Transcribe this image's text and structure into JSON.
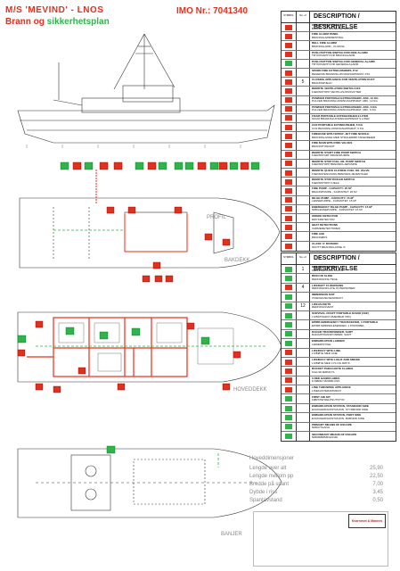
{
  "header": {
    "vessel": "M/S 'MEVIND' - LNOS",
    "plan_red": "Brann og ",
    "plan_green": "sikkerhetsplan",
    "imo": "IMO Nr.: 7041340"
  },
  "colors": {
    "red": "#e0301e",
    "green": "#2fb34a"
  },
  "legend_header": {
    "col_symbol": "SYMBOL",
    "col_no": "No. of",
    "description": "DESCRIPTION / BESKRIVELSE"
  },
  "legend1": [
    {
      "icon": "fire-plan-icon",
      "color": "#e0301e",
      "no": "",
      "en": "FIRE & SAFETY PLAN",
      "no_txt": "BRANN- OG SIKKERHETSPLAN"
    },
    {
      "icon": "fire-alarm-panel-icon",
      "color": "#e0301e",
      "no": "",
      "en": "FIRE ALARM PANEL",
      "no_txt": "BRANNALARMSENTRAL"
    },
    {
      "icon": "bell-icon",
      "color": "#e0301e",
      "no": "",
      "en": "BELL FIRE ALARM",
      "no_txt": "BRANNALARM - KLOKKE"
    },
    {
      "icon": "push-button-icon",
      "color": "#e0301e",
      "no": "",
      "en": "PUSH BUTTON SWITCH FOR FIRE ALARM",
      "no_txt": "TRYKKNAPP FOR BRANNALARM"
    },
    {
      "icon": "push-button-general-icon",
      "color": "#2fb34a",
      "no": "",
      "en": "PUSH BUTTON SWITCH FOR GENERAL ALARM",
      "no_txt": "TRYKKNAPP FOR GENERALALARM"
    },
    {
      "icon": "spare-extinguisher-icon",
      "color": "#e0301e",
      "no": "",
      "en": "SPARE FIRE EXTINGUISHERS, P12",
      "no_txt": "RESERVE BRANNSLUKNINGSAPPARAT, P12"
    },
    {
      "icon": "damper-icon",
      "color": "#e0301e",
      "no": "5",
      "en": "CLOSING APPLIANCE FOR VENTILATION DUCT",
      "no_txt": "BRANNSPJELD"
    },
    {
      "icon": "vent-stop-icon",
      "color": "#e0301e",
      "no": "",
      "en": "REMOTE VENTILATION SWITCH OFF",
      "no_txt": "FJERNSTOPP VENTILASJONSVIFTER"
    },
    {
      "icon": "powder-ext-icon",
      "color": "#e0301e",
      "no": "",
      "en": "POWDER PORTABLE EXTINGUISHER, ABC, 12 KG",
      "no_txt": "PULVER BRANNSLUKNINGSAPPARAT, ABC, 12 KG"
    },
    {
      "icon": "powder-ext-6-icon",
      "color": "#e0301e",
      "no": "",
      "en": "POWDER PORTABLE EXTINGUISHER, ABC, 6 KG",
      "no_txt": "PULVER BRANNSLUKNINGSAPPARAT, ABC, 6 KG"
    },
    {
      "icon": "foam-ext-icon",
      "color": "#e0301e",
      "no": "",
      "en": "FOAM PORTABLE EXTINGUISHER 9 LITER",
      "no_txt": "SKUM BRANNSLUKNINGSAPPARAT 9 LITER"
    },
    {
      "icon": "co2-ext-icon",
      "color": "#e0301e",
      "no": "",
      "en": "CO2 PORTABLE EXTINGUISHER, 5 KG",
      "no_txt": "CO2 BRANNSLUKNINGSAPPARAT, 5 KG"
    },
    {
      "icon": "firehose-icon",
      "color": "#e0301e",
      "no": "",
      "en": "FIREHOSE WITH SPRAY- JET FIRE NOZZLE",
      "no_txt": "BRANNSLANGE MED STRALERØR TAKEDREIER"
    },
    {
      "icon": "fire-main-icon",
      "color": "#e0301e",
      "no": "",
      "en": "FIRE MAIN WITH FIRE VALVES",
      "no_txt": "BRANNHYDRANT"
    },
    {
      "icon": "remote-pump-icon",
      "color": "#e0301e",
      "no": "",
      "en": "REMOTE START FIRE PUMP SWITCH",
      "no_txt": "FJERNSTART BRANNPUMPE"
    },
    {
      "icon": "remote-stop-pump-icon",
      "color": "#e0301e",
      "no": "",
      "en": "REMOTE STOP FUEL OIL PUMP SWITCH",
      "no_txt": "FJERNSTOPP BRENNOLJEPUMPE"
    },
    {
      "icon": "fuel-valve-icon",
      "color": "#e0301e",
      "no": "",
      "en": "REMOTE QUICK CLOSING FUEL OIL VALVE",
      "no_txt": "FJERNSTENGNING BRENNOLJEVENTILER"
    },
    {
      "icon": "boiler-stop-icon",
      "color": "#e0301e",
      "no": "",
      "en": "REMOTE STOP BOILER SWITCH",
      "no_txt": "FJERNSTOPP KJELE"
    },
    {
      "icon": "fire-pump-icon",
      "color": "#e0301e",
      "no": "",
      "en": "FIRE PUMP - CAPACITY: 20 M³",
      "no_txt": "BRANNPUMPE - KAPASITET: 20 M³"
    },
    {
      "icon": "bilge-pump-icon",
      "color": "#e0301e",
      "no": "",
      "en": "BILGE PUMP - CAPACITY: 15 M³",
      "no_txt": "LENSEPUMPE - KAPASITET: 15 M³"
    },
    {
      "icon": "emergency-pump-icon",
      "color": "#e0301e",
      "no": "",
      "en": "EMERGENCY BILGE PUMP - CAPACITY: 15 M³",
      "no_txt": "NØDLENSEPUMPE - KAPASITET: 15 M³"
    },
    {
      "icon": "smoke-detector-icon",
      "color": "#e0301e",
      "no": "",
      "en": "SMOKE DETECTOR",
      "no_txt": "RØYKDETEKTOR"
    },
    {
      "icon": "heat-detector-icon",
      "color": "#e0301e",
      "no": "",
      "en": "HEAT DETECTIONS",
      "no_txt": "VARMEDETEKTORER"
    },
    {
      "icon": "fire-axe-icon",
      "color": "#e0301e",
      "no": "",
      "en": "FIRE AXE",
      "no_txt": "BRANNØKS"
    },
    {
      "icon": "class-a-icon",
      "color": "#e0301e",
      "no": "",
      "en": "CLASS 'A' DIVISION",
      "no_txt": "SKOTT BRANNKLASSE 'A'"
    }
  ],
  "legend2": [
    {
      "icon": "muster-station-icon",
      "color": "#2fb34a",
      "no": "1",
      "en": "MUSTER STATION",
      "no_txt": "MØNSTRINGSSTASJON"
    },
    {
      "icon": "rescue-sling-icon",
      "color": "#2fb34a",
      "no": "",
      "en": "RESCUE SLING",
      "no_txt": "REDNINGSSLYNGE"
    },
    {
      "icon": "lifebuoy-icon",
      "color": "#e0301e",
      "no": "4",
      "en": "LIFERAFT 15 PERSONS",
      "no_txt": "REDNINGSFLÅTE 15 PERSONER"
    },
    {
      "icon": "immersion-suit-icon",
      "color": "#2fb34a",
      "no": "",
      "en": "IMMERSION SUIT",
      "no_txt": "OVERLEVELSESDRAKT"
    },
    {
      "icon": "lifejacket-icon",
      "color": "#2fb34a",
      "no": "12",
      "en": "LIFEJACKETS",
      "no_txt": "REDNINGSVEST"
    },
    {
      "icon": "vhf-icon",
      "color": "#2fb34a",
      "no": "",
      "en": "SURVIVAL CRAFT PORTABLE RADIO (VHF)",
      "no_txt": "LIVBÅTRADIO (BÆRBAR VHF)"
    },
    {
      "icon": "epirb-icon",
      "color": "#2fb34a",
      "no": "",
      "en": "EPIRB EMERGENCY TRANSCEIVER, 1 PORTABLE",
      "no_txt": "EPIRB NØDPEILESENDER, 1 PORTABEL"
    },
    {
      "icon": "sart-icon",
      "color": "#2fb34a",
      "no": "",
      "en": "RADAR TRANSPONDER, SART",
      "no_txt": "RADARTRANSPONDER, SART"
    },
    {
      "icon": "ladder-icon",
      "color": "#2fb34a",
      "no": "",
      "en": "EMBARKATION LADDER",
      "no_txt": "LEIDER/STIGE"
    },
    {
      "icon": "lifebuoy-line-icon",
      "color": "#e0301e",
      "no": "",
      "en": "LIFEBUOY WITH LINE",
      "no_txt": "LIVBØYE MED LINE"
    },
    {
      "icon": "lifebuoy-light-icon",
      "color": "#e0301e",
      "no": "",
      "en": "LIFEBUOY WITH LIGHT AND SMOKE",
      "no_txt": "LIVBØYE MED LYS OG RØYK"
    },
    {
      "icon": "rocket-flare-icon",
      "color": "#e0301e",
      "no": "",
      "en": "ROCKET PARACHUTE FLARES",
      "no_txt": "FALLSKJERMLYS"
    },
    {
      "icon": "hand-flares-icon",
      "color": "#e0301e",
      "no": "",
      "en": "6 RED HANDFLARES",
      "no_txt": "6 RØDE HÅNDBLUSS"
    },
    {
      "icon": "line-throwing-icon",
      "color": "#e0301e",
      "no": "",
      "en": "LINE THROWING APPLIANCE",
      "no_txt": "LINEKASTERAPPARAT"
    },
    {
      "icon": "first-aid-icon",
      "color": "#2fb34a",
      "no": "",
      "en": "FIRST AID KIT",
      "no_txt": "FØRSTEHJELPSUTSTYR"
    },
    {
      "icon": "embarkation-station-icon",
      "color": "#2fb34a",
      "no": "",
      "en": "EMBARKATION STATION, STANDARD SIDE",
      "no_txt": "EVAKUERINGSSTASJON, STYRBORD SIDE"
    },
    {
      "icon": "embarkation-port-icon",
      "color": "#2fb34a",
      "no": "",
      "en": "EMBARKATION STATION, PORT SIDE",
      "no_txt": "EVAKUERINGSSTASJON, BABORD SIDE"
    },
    {
      "icon": "primary-escape-icon",
      "color": "#2fb34a",
      "no": "",
      "en": "PRIMARY MEANS OF ESCAPE",
      "no_txt": "NØDUTGANG"
    },
    {
      "icon": "secondary-escape-icon",
      "color": "#2fb34a",
      "no": "",
      "en": "SECONDARY MEANS OF ESCAPE",
      "no_txt": "NØDRØMMINGSVEI"
    }
  ],
  "labels": {
    "profile": "PROFIL",
    "main_deck": "BAKDEKK",
    "lower": "HOVEDDEKK",
    "bottom": "BANJER"
  },
  "spec": {
    "header": "Hoveddimensjoner",
    "rows": [
      {
        "k": "Lengde over alt",
        "v": "25,90"
      },
      {
        "k": "Lengde mellom pp",
        "v": "22,50"
      },
      {
        "k": "Bredde på spant",
        "v": "7,00"
      },
      {
        "k": "Dybde i riss",
        "v": "3,45"
      },
      {
        "k": "Spantavstand",
        "v": "0,50"
      }
    ]
  },
  "titleblock": {
    "logo": "Kvarneset & Mannes"
  }
}
